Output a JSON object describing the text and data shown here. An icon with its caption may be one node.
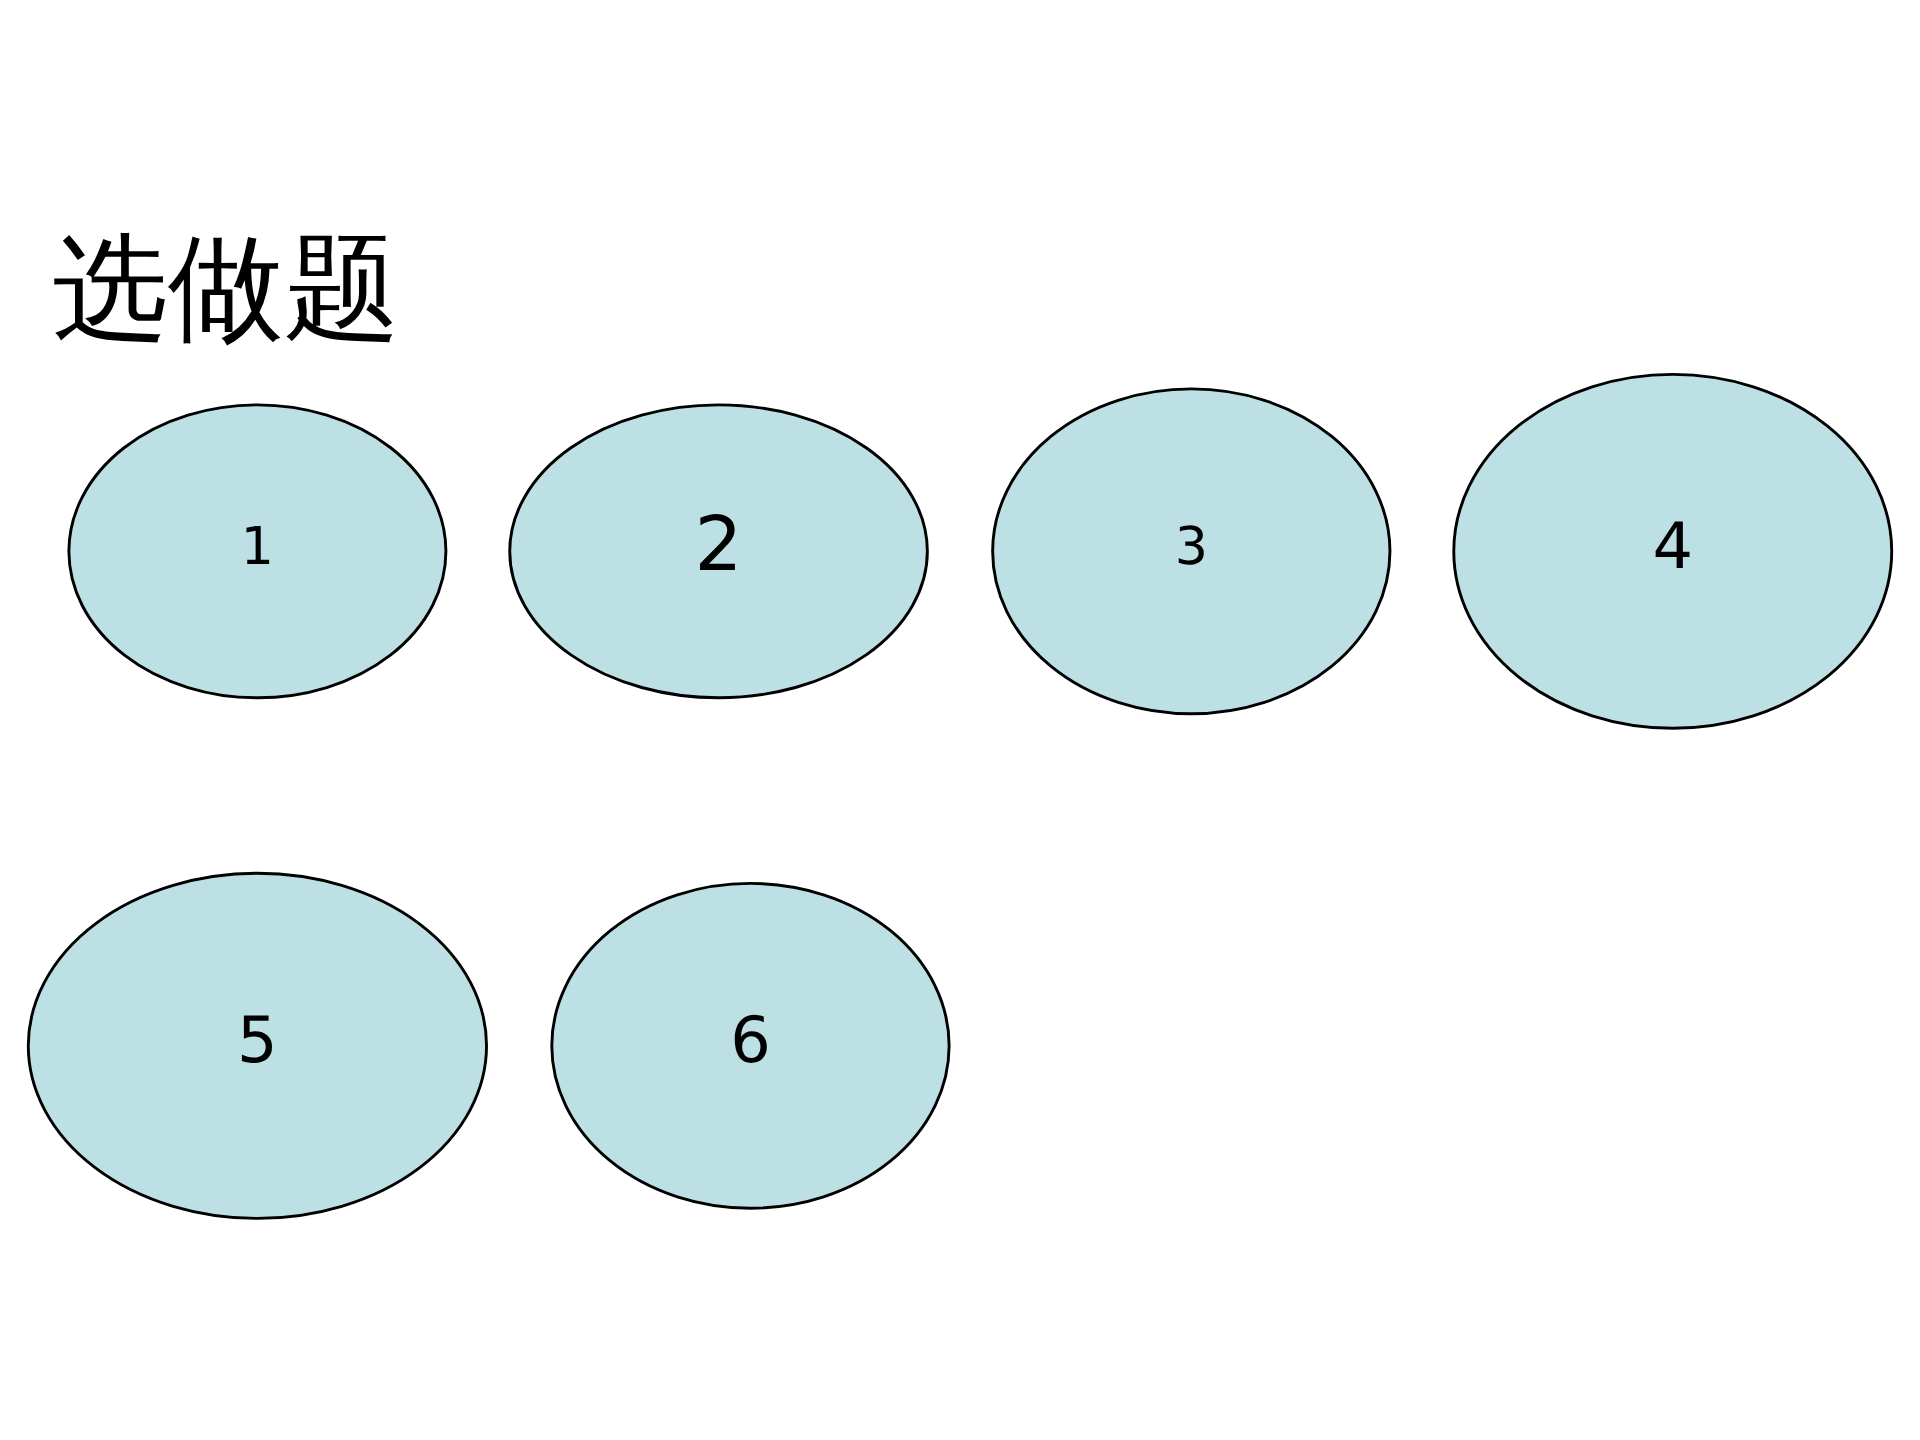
{
  "diagram": {
    "title": "选做题",
    "nodes": [
      {
        "text": [
          "1"
        ]
      },
      {
        "text": [
          "2"
        ]
      },
      {
        "text": [
          "3"
        ]
      },
      {
        "text": [
          "4"
        ]
      },
      {
        "text": [
          "5"
        ]
      },
      {
        "text": [
          "6"
        ]
      }
    ]
  }
}
